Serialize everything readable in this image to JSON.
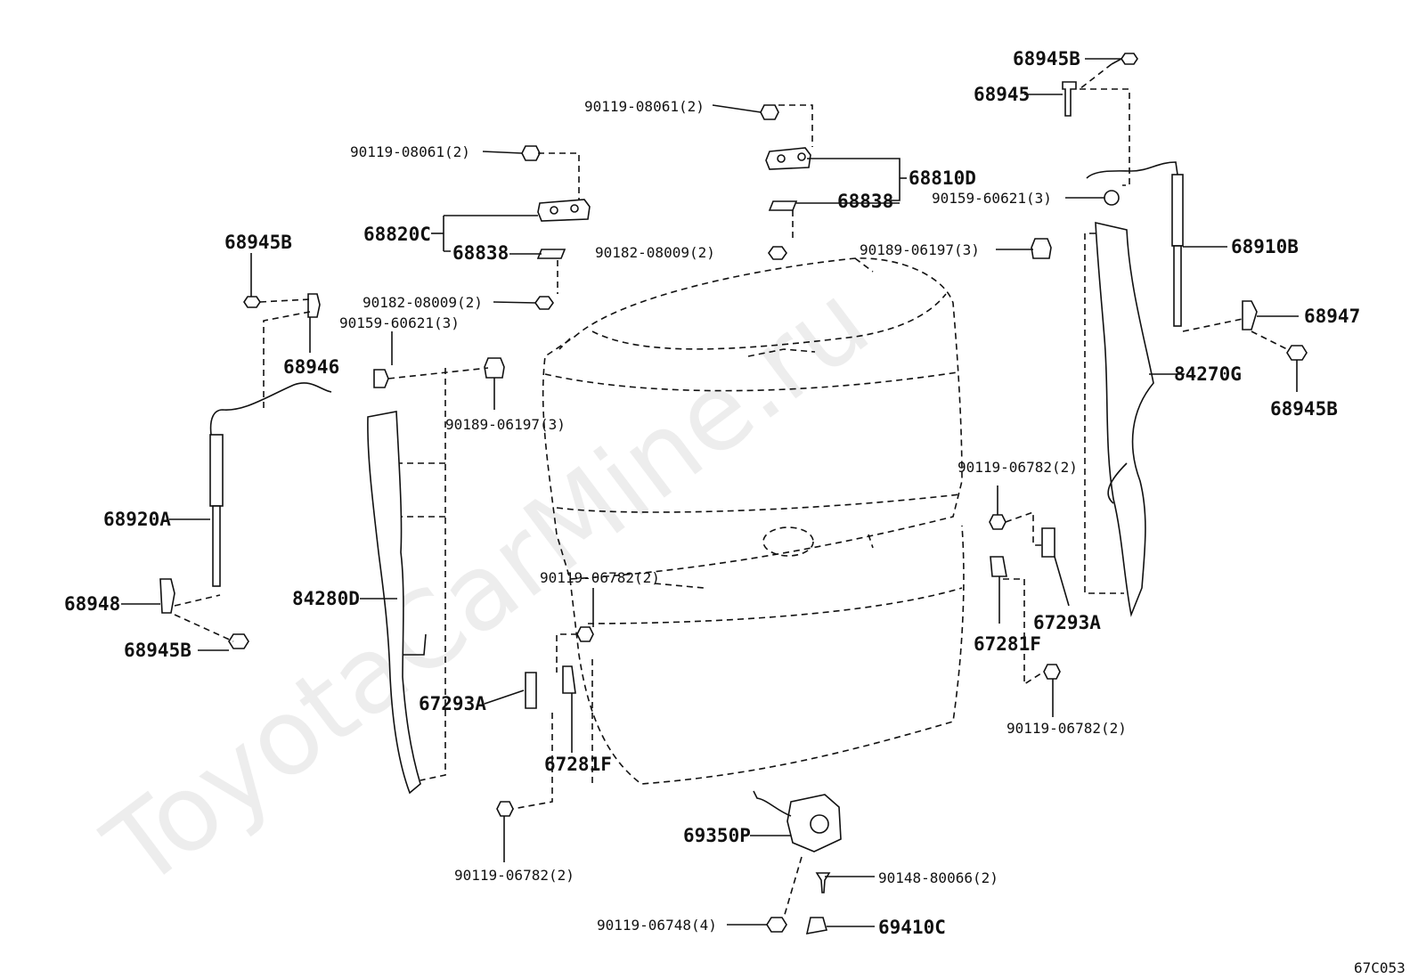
{
  "diagram": {
    "watermark": "ToyotaCarMine.ru",
    "figure_code": "67C053",
    "labels": {
      "p68945B_top": "68945B",
      "p68945_top": "68945",
      "p90119_08061_a": "90119-08061(2)",
      "p90119_08061_b": "90119-08061(2)",
      "p68810D": "68810D",
      "p68838_right": "68838",
      "p90159_60621_right": "90159-60621(3)",
      "p90189_06197_right": "90189-06197(3)",
      "p68910B": "68910B",
      "p68947": "68947",
      "p68945B_right": "68945B",
      "p84270G": "84270G",
      "p90119_06782_ur": "90119-06782(2)",
      "p67293A_right": "67293A",
      "p67281F_right": "67281F",
      "p90119_06782_lr": "90119-06782(2)",
      "p68820C": "68820C",
      "p68838_left": "68838",
      "p90182_08009_left": "90182-08009(2)",
      "p90182_08009_mid": "90182-08009(2)",
      "p90159_60621_left": "90159-60621(3)",
      "p90189_06197_left": "90189-06197(3)",
      "p68945B_left": "68945B",
      "p68946": "68946",
      "p68920A": "68920A",
      "p68948": "68948",
      "p68945B_left_bottom": "68945B",
      "p84280D": "84280D",
      "p90119_06782_mid": "90119-06782(2)",
      "p67293A_left": "67293A",
      "p67281F_left": "67281F",
      "p90119_06782_bottom": "90119-06782(2)",
      "p69350P": "69350P",
      "p90148_80066": "90148-80066(2)",
      "p90119_06748": "90119-06748(4)",
      "p69410C": "69410C"
    }
  }
}
